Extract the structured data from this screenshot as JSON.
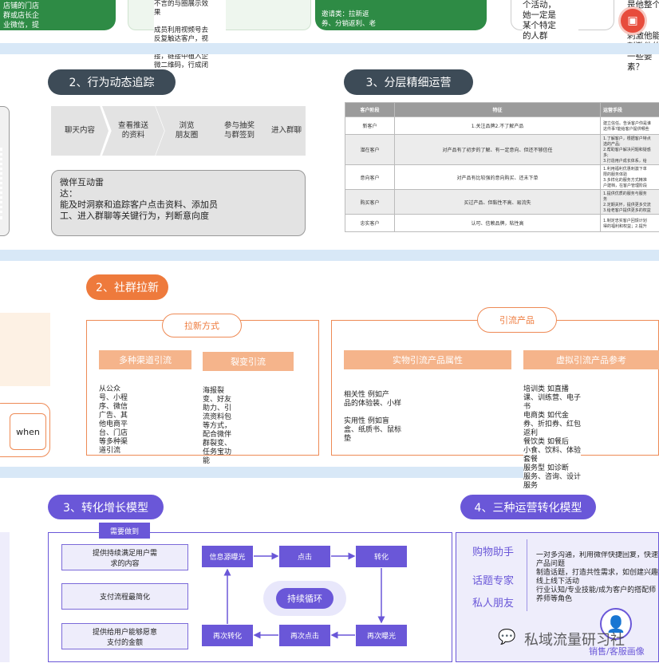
{
  "top": {
    "left_frag": "店铺的门店\n群或店长企\n业微信，提",
    "mid_frag": "不言的与圈展示效\n果\n\n成员利用视频号去\n反复触达客户，视\n频号内放置文章链\n接，链接中植入企\n微二维码，行成闭\n环",
    "green_frag": "邀请类：拉新返\n券、分销返利、老\n\n福利类：添加即可",
    "right_frag": "个活动，\n她一定是\n某个特定\n的人群",
    "far_right_frag": "是他整个\n心荣\n还在\n刺激他能\n刺激他的\n一些要\n素？"
  },
  "section2": {
    "title": "2、行为动态追踪",
    "steps": [
      "聊天内容",
      "查看推送\n的资料",
      "浏览\n朋友圈",
      "参与抽奖\n与群签到",
      "进入群聊"
    ],
    "radar_title": "微伴互动雷",
    "radar_text": "达：\n能及时洞察和追踪客户点击资料、添加员\n工、进入群聊等关键行为，判断意向度"
  },
  "section3": {
    "title": "3、分层精细运营",
    "headers": [
      "客户阶段",
      "特征",
      "运营手段"
    ],
    "rows": [
      [
        "新客户",
        "1.关注品牌2.不了解产品",
        "建立信任。告诉客户你是谁\n这件事?能给客户提供哪些"
      ],
      [
        "潜在客户",
        "对产品有了初步的了解、有一定意向、但还不够信任",
        "1.了解客户，根据客户特点\n选的产品;\n2.帮助客户解决问题和疑惑\n多;\n3.打造用户成长体系，给"
      ],
      [
        "意向客户",
        "对产品有比较强的意向购买、还未下单",
        "1.利用福利优惠刺激下单\n限的服务体验\n3.多样化的服务方式精准\n户建档，在客户管理阶段"
      ],
      [
        "购买客户",
        "买过产品、但黏性不高、易流失",
        "1.提供优质的服务与服务\n务\n2.定期关怀，提供更多交流\n3.给老客户提供更多的权益"
      ],
      [
        "忠实客户",
        "认可、信赖品牌，粘性高",
        "1.制定忠实客户回馈计划\n得的福利和权益；2.提升"
      ]
    ]
  },
  "community": {
    "title": "2、社群拉新",
    "when": "when",
    "method_title": "拉新方式",
    "multi_title": "多种渠道引流",
    "multi_text": "从公众\n号、小程\n序、微信\n广告、其\n他电商平\n台、门店\n等多种渠\n道引流",
    "fission_title": "裂变引流",
    "fission_text": "海报裂\n变、好友\n助力、引\n流资料包\n等方式，\n配合微伴\n群裂变、\n任务宝功\n能",
    "product_title": "引流产品",
    "physical_title": "实物引流产品属性",
    "physical_text": "相关性 例如产\n品的体验装、小样\n\n实用性 例如盲\n盒、纸质书、鼠标\n垫",
    "virtual_title": "虚拟引流产品参考",
    "virtual_text": "培训类 如直播\n课、训练营、电子\n书\n电商类 如代金\n券、折扣券、红包\n返利\n餐饮类 如餐后\n小食、饮料、体验\n套餐\n服务型 如诊断\n服务、咨询、设计\n服务"
  },
  "growth": {
    "title": "3、转化增长模型",
    "need_label": "需要做到",
    "needs": [
      "提供持续满足用户需\n求的内容",
      "支付流程最简化",
      "提供给用户能够愿意\n支付的金额"
    ],
    "nodes": [
      "信息源曝光",
      "点击",
      "转化",
      "再次曝光",
      "再次点击",
      "再次转化"
    ],
    "cycle": "持续循环"
  },
  "three_modes": {
    "title": "4、三种运营转化模型",
    "roles": [
      "购物助手",
      "话题专家",
      "私人朋友"
    ],
    "desc": "一对多沟通，利用微伴快捷回复，快速\n产品问题\n制造话题，打造共性需求，如创建兴趣\n线上线下活动\n行业认知/专业技能/成为客户的搭配师\n养师等角色",
    "persona_label": "销售/客服画像"
  },
  "watermark": "私域流量研习社",
  "colors": {
    "green": "#2e8b45",
    "orange": "#ee7a3c",
    "purple": "#6a57d8",
    "dark": "#3d4b57"
  }
}
